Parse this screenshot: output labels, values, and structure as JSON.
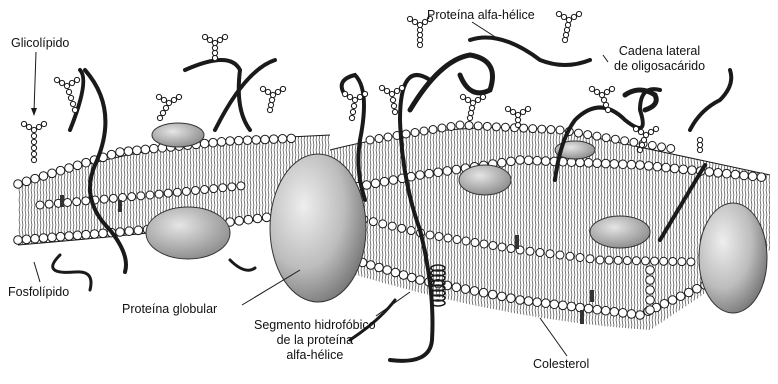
{
  "labels": {
    "glycolipid": "Glicolípido",
    "alpha_helix_protein": "Proteína alfa-hélice",
    "oligosaccharide_line1": "Cadena lateral",
    "oligosaccharide_line2": "de oligosacárido",
    "phospholipid": "Fosfolípido",
    "globular_protein": "Proteína globular",
    "hydrophobic_line1": "Segmento hidrofóbico",
    "hydrophobic_line2": "de la proteína",
    "hydrophobic_line3": "alfa-hélice",
    "cholesterol": "Colesterol"
  },
  "colors": {
    "ink": "#1a1a1a",
    "head_fill": "#ffffff",
    "tail": "#555555",
    "protein_fill": "#c9c9c9",
    "background": "#ffffff"
  }
}
